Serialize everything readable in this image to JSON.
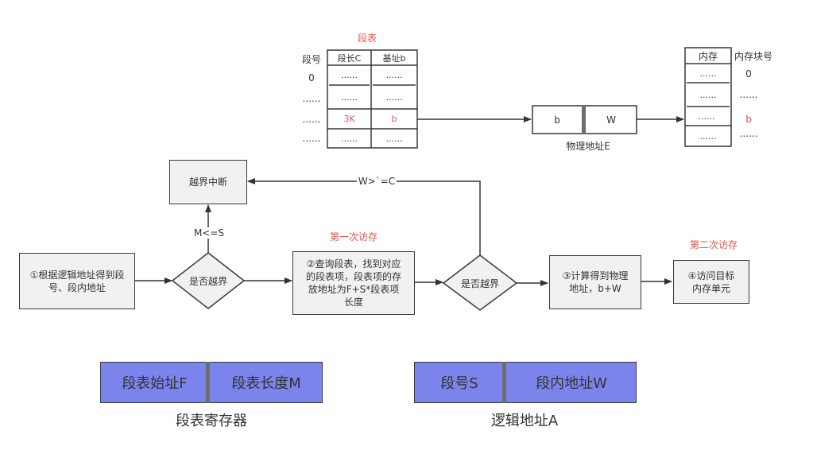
{
  "segment_table": {
    "title": "段表",
    "row_header": "段号",
    "columns": [
      "段长C",
      "基址b"
    ],
    "rows": [
      {
        "index": "0",
        "length": "......",
        "base": "......",
        "highlight": false
      },
      {
        "index": "......",
        "length": "......",
        "base": "......",
        "highlight": false
      },
      {
        "index": "......",
        "length": "3K",
        "base": "b",
        "highlight": true
      },
      {
        "index": "......",
        "length": "......",
        "base": "......",
        "highlight": false
      }
    ]
  },
  "physical_address": {
    "parts": [
      "b",
      "W"
    ],
    "label": "物理地址E"
  },
  "memory": {
    "header": "内存",
    "block_header": "内存块号",
    "cells": [
      "......",
      "......",
      "......",
      "......"
    ],
    "block_numbers": [
      {
        "value": "0",
        "highlight": false
      },
      {
        "value": "......",
        "highlight": false
      },
      {
        "value": "b",
        "highlight": true
      },
      {
        "value": "......",
        "highlight": false
      }
    ]
  },
  "flow": {
    "step1": "①根据逻辑地址得到段号、段内地址",
    "decision1": "是否越界",
    "step2": "②查询段表，找到对应的段表项，段表项的存放地址为F+S*段表项长度",
    "decision2": "是否越界",
    "step3": "③计算得到物理地址，b+W",
    "step4": "④访问目标内存单元",
    "interrupt": "越界中断",
    "edge_m_le_s": "M<=S",
    "edge_w_ge_c": "W>`=C",
    "first_access": "第一次访存",
    "second_access": "第二次访存"
  },
  "registers": {
    "segment_table_register": {
      "parts": [
        "段表始址F",
        "段表长度M"
      ],
      "label": "段表寄存器"
    },
    "logical_address": {
      "parts": [
        "段号S",
        "段内地址W"
      ],
      "label": "逻辑地址A"
    }
  },
  "colors": {
    "accent_red": "#e5534b",
    "register_blue": "#7b84eb",
    "box_fill": "#f1f1f1",
    "stroke": "#36393d"
  }
}
